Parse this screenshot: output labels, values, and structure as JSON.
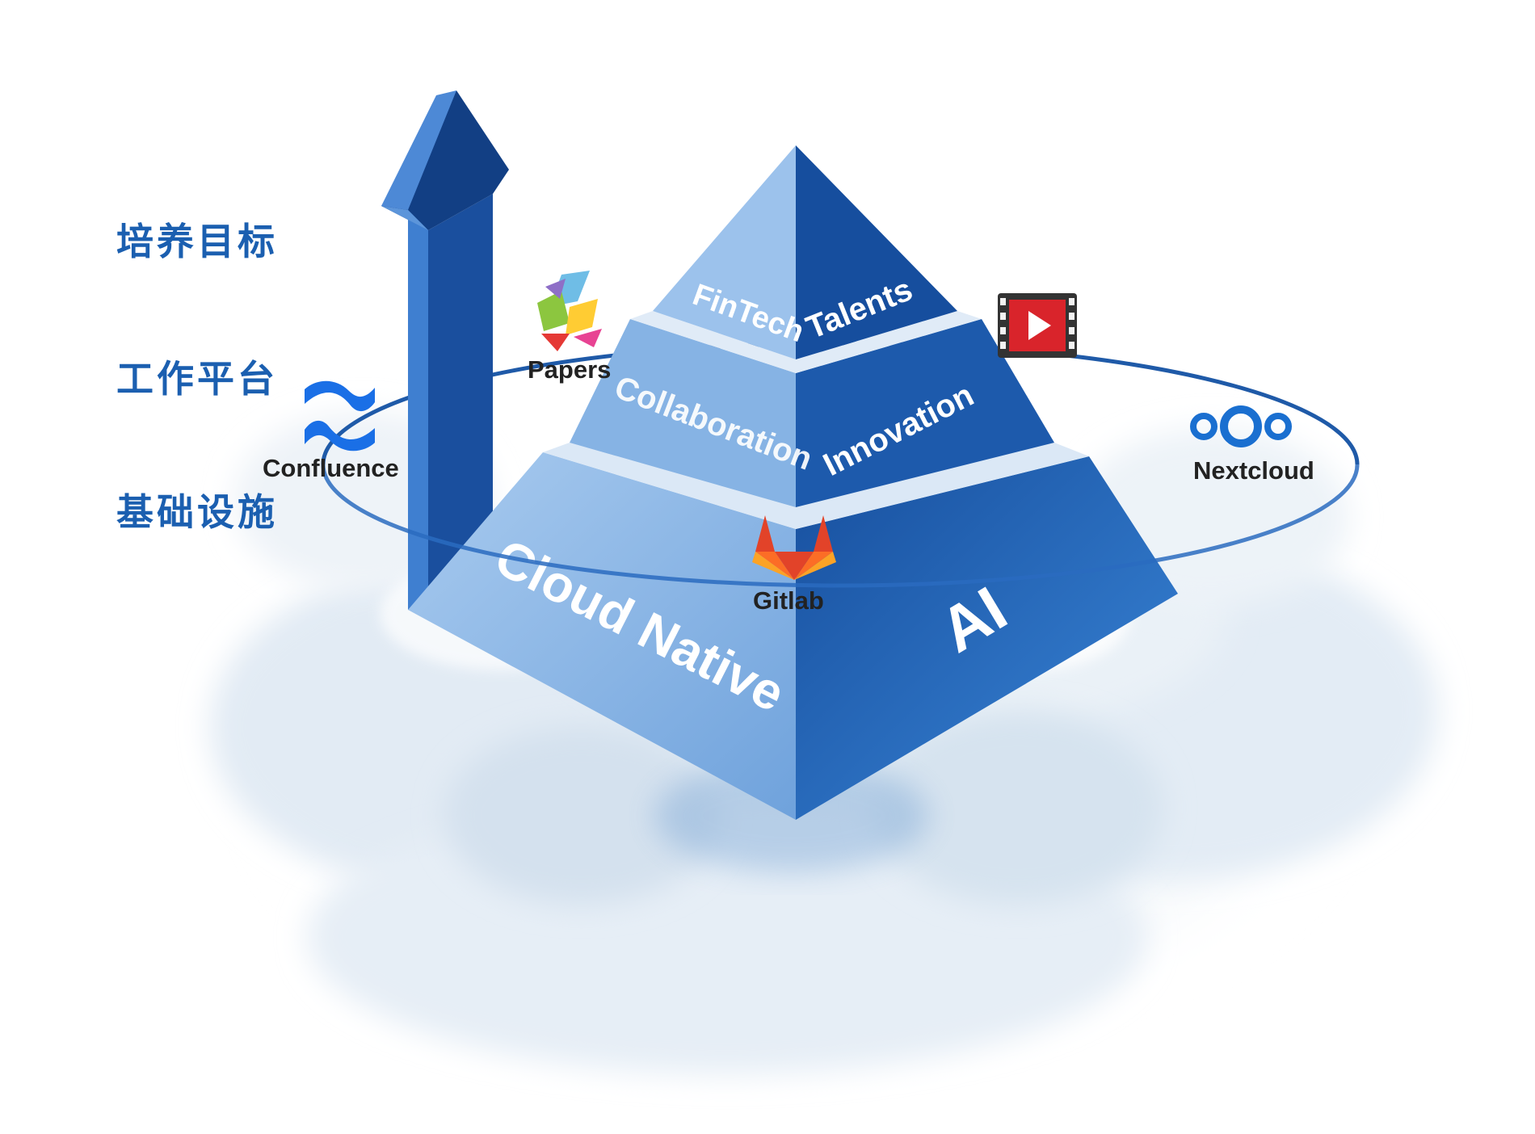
{
  "side_labels": {
    "goal": "培养目标",
    "platform": "工作平台",
    "infra": "基础设施"
  },
  "pyramid": {
    "top_left": "FinTech",
    "top_right": "Talents",
    "mid_left": "Collaboration",
    "mid_right": "Innovation",
    "base_left": "Cloud Native",
    "base_right": "AI"
  },
  "tools": {
    "papers": "Papers",
    "confluence": "Confluence",
    "gitlab": "Gitlab",
    "nextcloud": "Nextcloud"
  },
  "colors": {
    "pyramid_light": "#8fb9e6",
    "pyramid_dark": "#1f62b8",
    "arrow": "#2e6fc4",
    "label_blue": "#1b5fb0",
    "gitlab_orange": "#f26b21",
    "confluence_blue": "#1a6fe6",
    "video_red": "#d9242b"
  }
}
